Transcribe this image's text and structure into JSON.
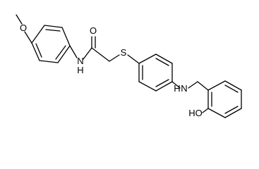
{
  "molecule": {
    "atoms": {
      "methoxy_o": "O",
      "amide_nh": "N",
      "amide_nh_h": "H",
      "carbonyl_o": "O",
      "thioether_s": "S",
      "amine_nh_h": "H",
      "amine_nh": "N",
      "hydroxyl": "HO"
    },
    "colors": {
      "bond": "#000000",
      "label": "#000000",
      "background": "#ffffff"
    }
  }
}
